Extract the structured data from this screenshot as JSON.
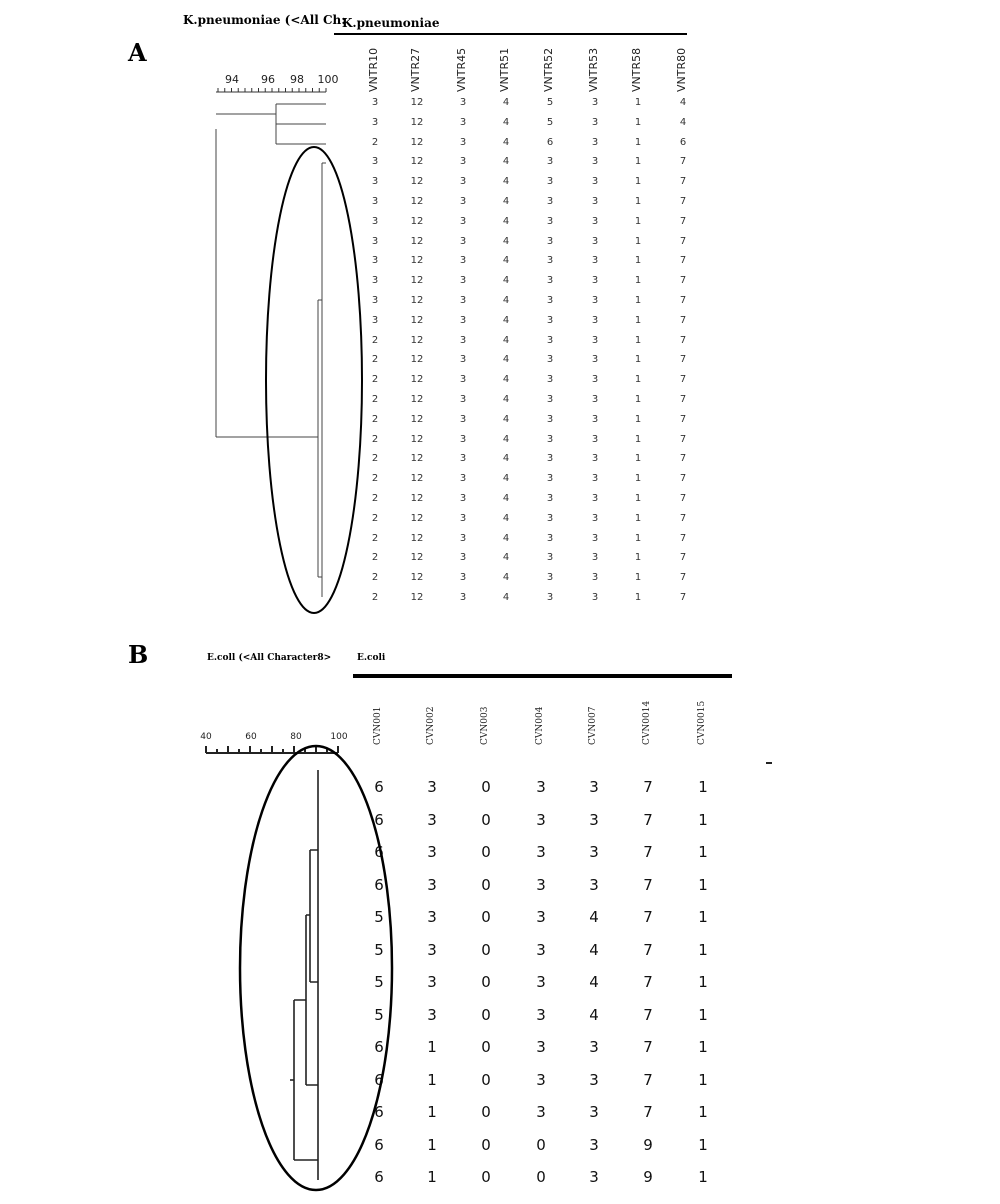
{
  "panel_a": {
    "letter": "A",
    "dendro_title": "K.pneumoniae (<All Ch:",
    "table_title": "K.pneumoniae",
    "scale_labels": [
      "94",
      "96",
      "98",
      "100"
    ],
    "columns": [
      "VNTR10",
      "VNTR27",
      "VNTR45",
      "VNTR51",
      "VNTR52",
      "VNTR53",
      "VNTR58",
      "VNTR80"
    ],
    "rows": [
      [
        "3",
        "12",
        "3",
        "4",
        "5",
        "3",
        "1",
        "4"
      ],
      [
        "3",
        "12",
        "3",
        "4",
        "5",
        "3",
        "1",
        "4"
      ],
      [
        "2",
        "12",
        "3",
        "4",
        "6",
        "3",
        "1",
        "6"
      ],
      [
        "3",
        "12",
        "3",
        "4",
        "3",
        "3",
        "1",
        "7"
      ],
      [
        "3",
        "12",
        "3",
        "4",
        "3",
        "3",
        "1",
        "7"
      ],
      [
        "3",
        "12",
        "3",
        "4",
        "3",
        "3",
        "1",
        "7"
      ],
      [
        "3",
        "12",
        "3",
        "4",
        "3",
        "3",
        "1",
        "7"
      ],
      [
        "3",
        "12",
        "3",
        "4",
        "3",
        "3",
        "1",
        "7"
      ],
      [
        "3",
        "12",
        "3",
        "4",
        "3",
        "3",
        "1",
        "7"
      ],
      [
        "3",
        "12",
        "3",
        "4",
        "3",
        "3",
        "1",
        "7"
      ],
      [
        "3",
        "12",
        "3",
        "4",
        "3",
        "3",
        "1",
        "7"
      ],
      [
        "3",
        "12",
        "3",
        "4",
        "3",
        "3",
        "1",
        "7"
      ],
      [
        "2",
        "12",
        "3",
        "4",
        "3",
        "3",
        "1",
        "7"
      ],
      [
        "2",
        "12",
        "3",
        "4",
        "3",
        "3",
        "1",
        "7"
      ],
      [
        "2",
        "12",
        "3",
        "4",
        "3",
        "3",
        "1",
        "7"
      ],
      [
        "2",
        "12",
        "3",
        "4",
        "3",
        "3",
        "1",
        "7"
      ],
      [
        "2",
        "12",
        "3",
        "4",
        "3",
        "3",
        "1",
        "7"
      ],
      [
        "2",
        "12",
        "3",
        "4",
        "3",
        "3",
        "1",
        "7"
      ],
      [
        "2",
        "12",
        "3",
        "4",
        "3",
        "3",
        "1",
        "7"
      ],
      [
        "2",
        "12",
        "3",
        "4",
        "3",
        "3",
        "1",
        "7"
      ],
      [
        "2",
        "12",
        "3",
        "4",
        "3",
        "3",
        "1",
        "7"
      ],
      [
        "2",
        "12",
        "3",
        "4",
        "3",
        "3",
        "1",
        "7"
      ],
      [
        "2",
        "12",
        "3",
        "4",
        "3",
        "3",
        "1",
        "7"
      ],
      [
        "2",
        "12",
        "3",
        "4",
        "3",
        "3",
        "1",
        "7"
      ],
      [
        "2",
        "12",
        "3",
        "4",
        "3",
        "3",
        "1",
        "7"
      ],
      [
        "2",
        "12",
        "3",
        "4",
        "3",
        "3",
        "1",
        "7"
      ]
    ]
  },
  "panel_b": {
    "letter": "B",
    "dendro_title": "E.coll (<All Character8>",
    "table_title": "E.coli",
    "scale_labels": [
      "40",
      "60",
      "80",
      "100"
    ],
    "columns": [
      "CVN001",
      "CVN002",
      "CVN003",
      "CVN004",
      "CVN007",
      "CVN0014",
      "CVN0015"
    ],
    "rows": [
      [
        "6",
        "3",
        "0",
        "3",
        "3",
        "7",
        "1"
      ],
      [
        "6",
        "3",
        "0",
        "3",
        "3",
        "7",
        "1"
      ],
      [
        "6",
        "3",
        "0",
        "3",
        "3",
        "7",
        "1"
      ],
      [
        "6",
        "3",
        "0",
        "3",
        "3",
        "7",
        "1"
      ],
      [
        "5",
        "3",
        "0",
        "3",
        "4",
        "7",
        "1"
      ],
      [
        "5",
        "3",
        "0",
        "3",
        "4",
        "7",
        "1"
      ],
      [
        "5",
        "3",
        "0",
        "3",
        "4",
        "7",
        "1"
      ],
      [
        "5",
        "3",
        "0",
        "3",
        "4",
        "7",
        "1"
      ],
      [
        "6",
        "1",
        "0",
        "3",
        "3",
        "7",
        "1"
      ],
      [
        "6",
        "1",
        "0",
        "3",
        "3",
        "7",
        "1"
      ],
      [
        "6",
        "1",
        "0",
        "3",
        "3",
        "7",
        "1"
      ],
      [
        "6",
        "1",
        "0",
        "0",
        "3",
        "9",
        "1"
      ],
      [
        "6",
        "1",
        "0",
        "0",
        "3",
        "9",
        "1"
      ]
    ]
  }
}
